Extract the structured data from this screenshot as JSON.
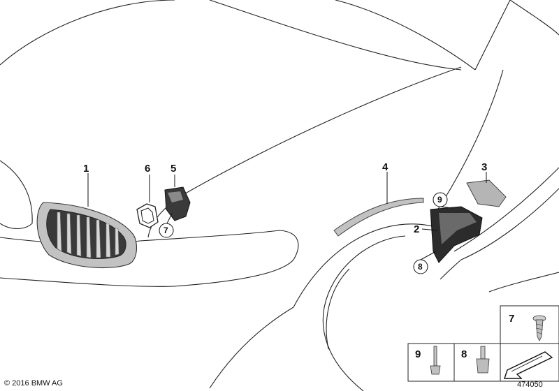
{
  "callouts": [
    {
      "id": "1",
      "label": "1"
    },
    {
      "id": "2",
      "label": "2"
    },
    {
      "id": "3",
      "label": "3"
    },
    {
      "id": "4",
      "label": "4"
    },
    {
      "id": "5",
      "label": "5"
    },
    {
      "id": "6",
      "label": "6"
    }
  ],
  "circled": [
    {
      "id": "7",
      "label": "7"
    },
    {
      "id": "8",
      "label": "8"
    },
    {
      "id": "9",
      "label": "9"
    }
  ],
  "legend": {
    "screw_label": "7",
    "clip9_label": "9",
    "clip8_label": "8"
  },
  "footer": {
    "copyright": "© 2016 BMW AG",
    "diagram_number": "474050"
  },
  "colors": {
    "line": "#222222",
    "part_gray": "#b5b5b5",
    "part_dark": "#3a3a3a"
  }
}
